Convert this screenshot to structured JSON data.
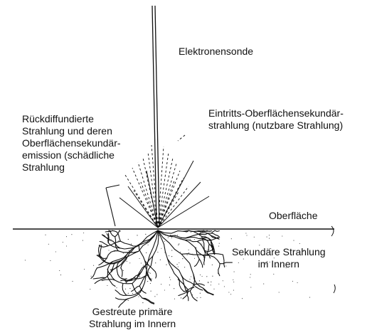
{
  "labels": {
    "probe": "Elektronensonde",
    "entrance": "Eintritts-Oberflächensekundär-\nstrahlung (nutzbare Strahlung)",
    "backscatter": "Rückdiffundierte\nStrahlung und deren\nOberflächensekundär-\nemission (schädliche\nStrahlung",
    "surface": "Oberfläche",
    "secondary_inside": "Sekundäre Strahlung\nim Innern",
    "scattered_primary": "Gestreute primäre\nStrahlung im Innern"
  },
  "colors": {
    "ink": "#111111",
    "background": "#ffffff"
  }
}
